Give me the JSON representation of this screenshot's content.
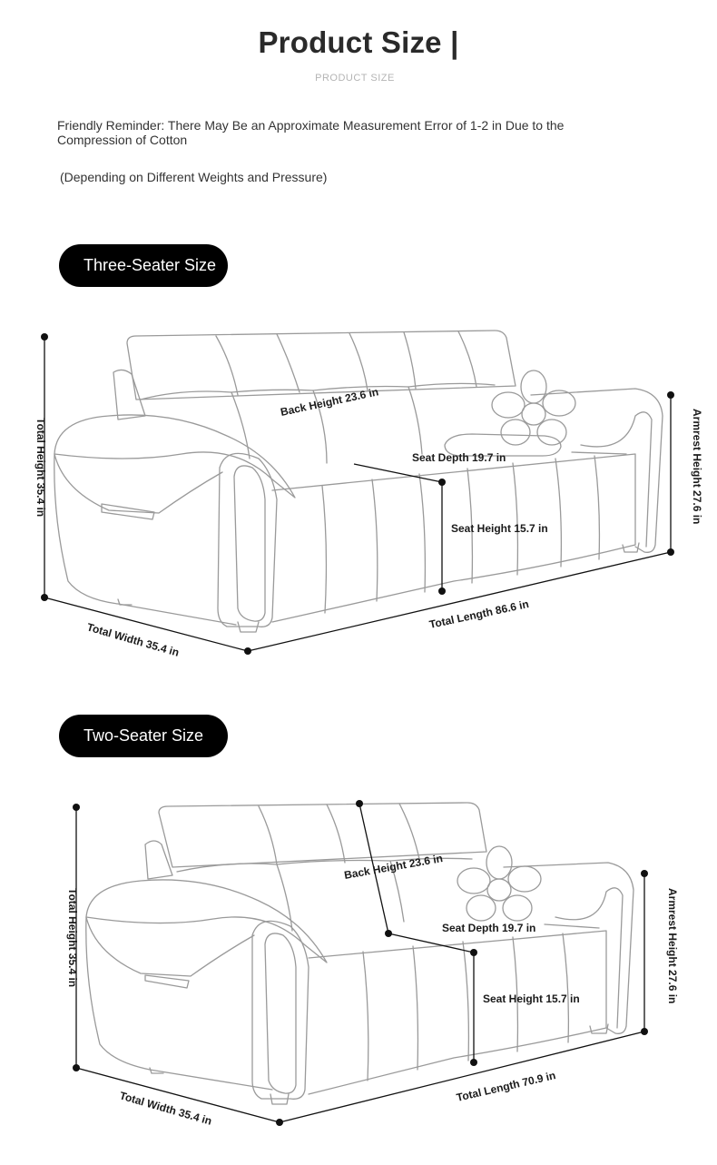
{
  "header": {
    "title": "Product Size |",
    "subtitle": "PRODUCT SIZE"
  },
  "notes": {
    "reminder": "Friendly Reminder: There May Be an Approximate Measurement Error of 1-2 in Due to the Compression of Cotton",
    "weights": "(Depending on Different Weights and Pressure)"
  },
  "three_seater": {
    "heading": "Three-Seater Size",
    "dimensions": {
      "back_height": "Back Height 23.6 in",
      "seat_depth": "Seat Depth 19.7 in",
      "seat_height": "Seat Height 15.7 in",
      "total_height": "Total Height 35.4 in",
      "armrest_height": "Armrest Height 27.6 in",
      "total_width": "Total Width 35.4 in",
      "total_length": "Total Length 86.6 in"
    }
  },
  "two_seater": {
    "heading": "Two-Seater Size",
    "dimensions": {
      "back_height": "Back Height 23.6 in",
      "seat_depth": "Seat Depth 19.7 in",
      "seat_height": "Seat Height 15.7 in",
      "total_height": "Total Height 35.4 in",
      "armrest_height": "Armrest Height 27.6 in",
      "total_width": "Total Width 35.4 in",
      "total_length": "Total Length 70.9 in"
    }
  },
  "colors": {
    "pill_background": "#000000",
    "line_art": "#9a9a9a",
    "dimension_line": "#111111"
  }
}
